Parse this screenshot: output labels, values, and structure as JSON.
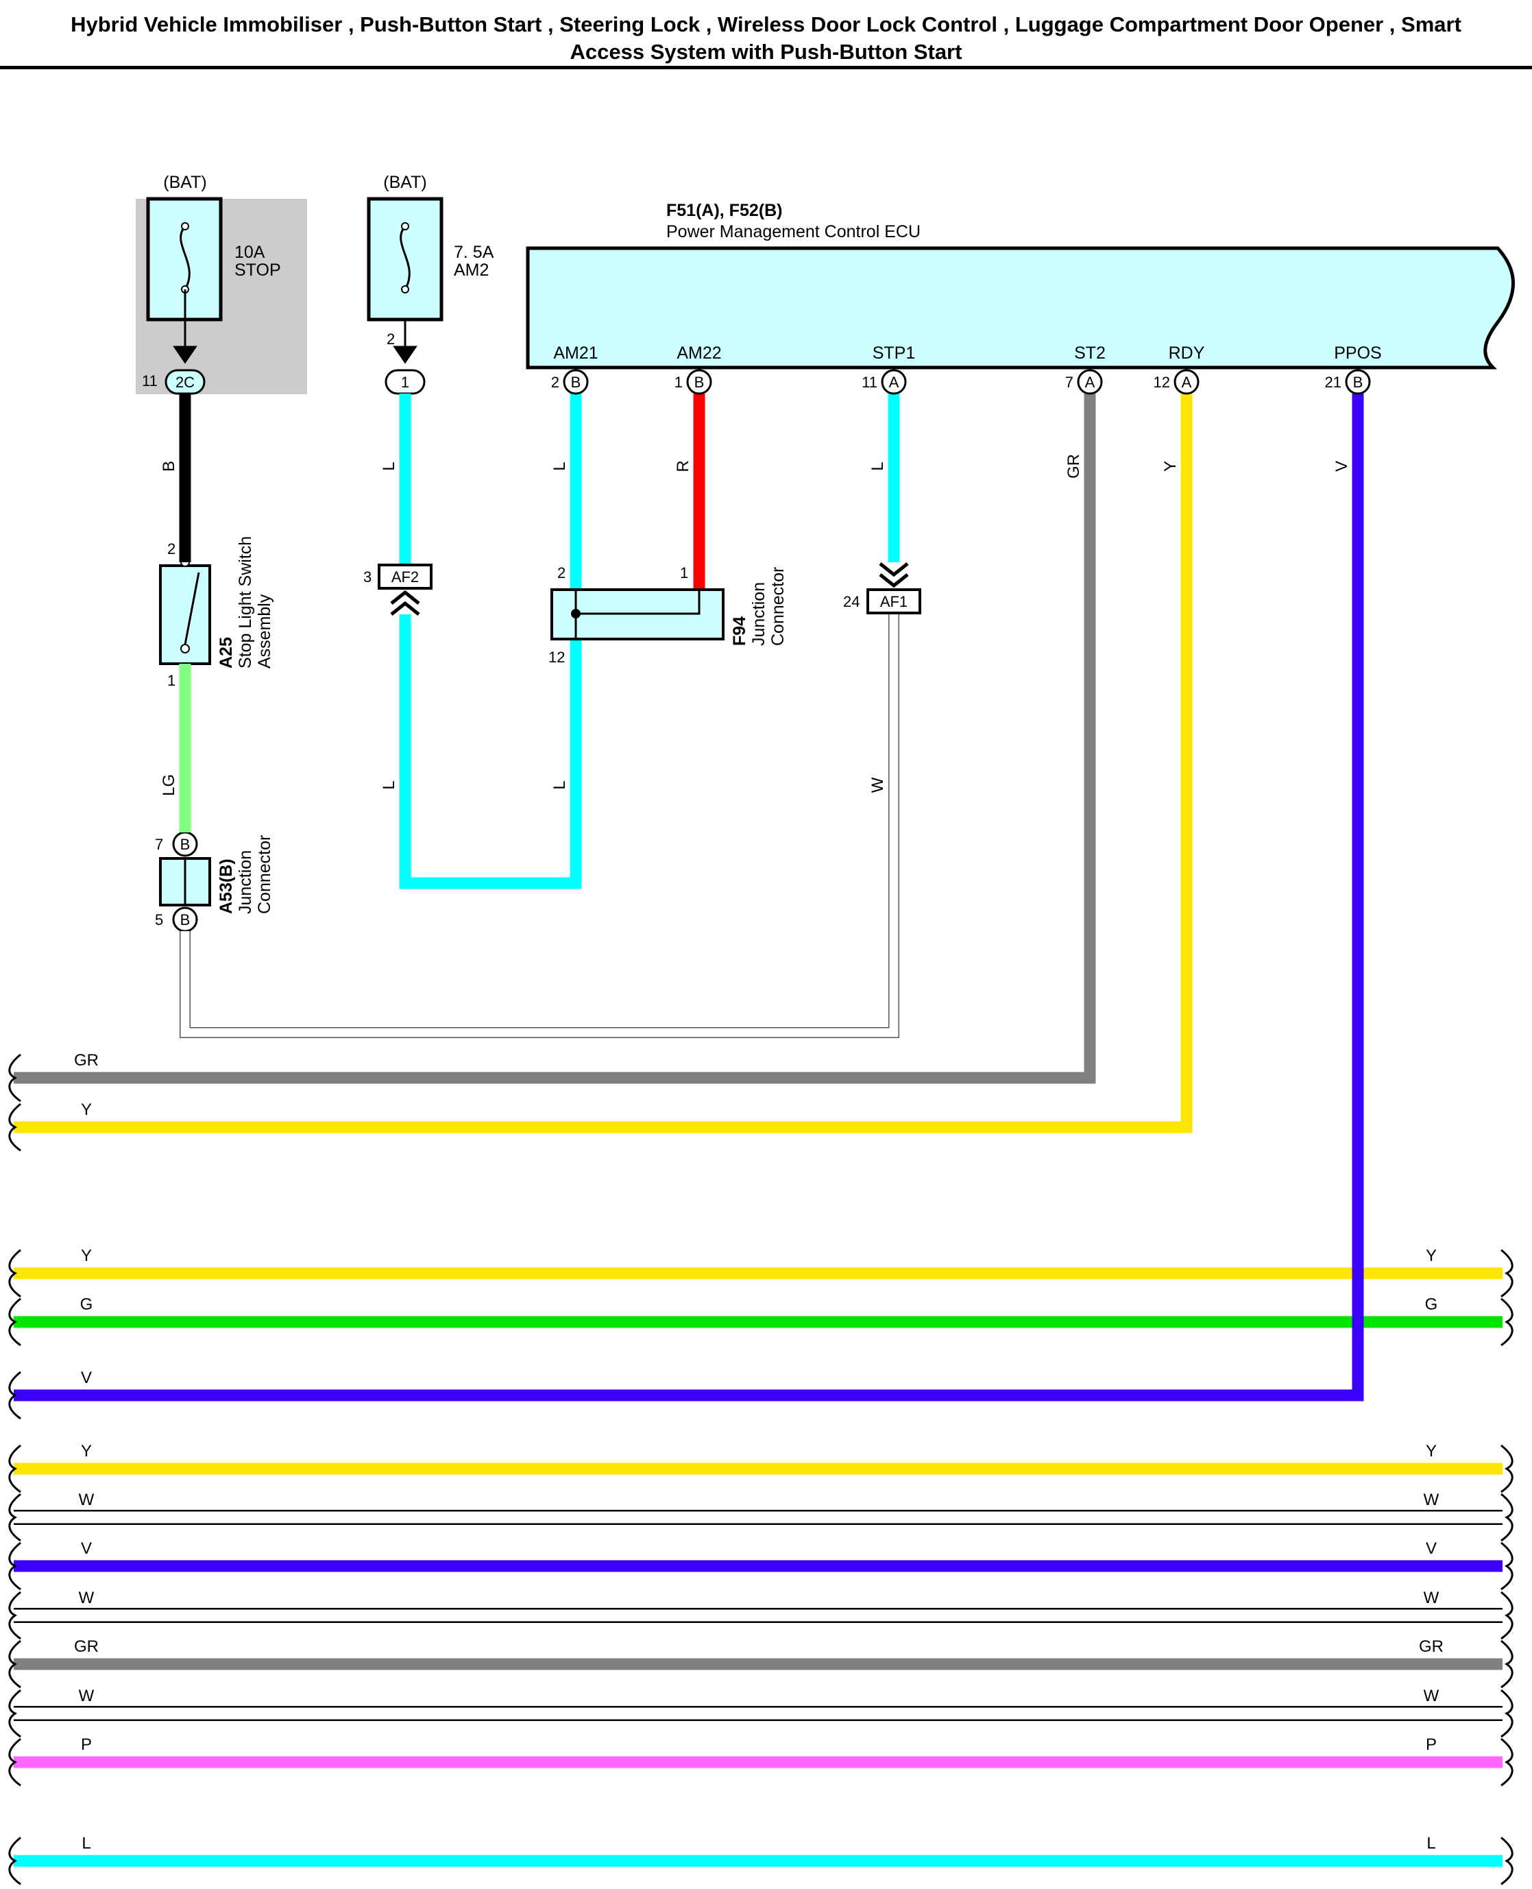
{
  "title": {
    "line1": "Hybrid Vehicle Immobiliser , Push-Button Start , Steering Lock , Wireless Door Lock Control , Luggage Compartment Door Opener , Smart",
    "line2": "Access System with Push-Button Start"
  },
  "fuses": {
    "stop": {
      "source": "(BAT)",
      "rating": "10A",
      "name": "STOP",
      "pin": "11",
      "connector": "2C"
    },
    "am2": {
      "source": "(BAT)",
      "rating": "7. 5A",
      "name": "AM2",
      "pin_top": "2",
      "connector": "1"
    }
  },
  "ecu": {
    "code": "F51(A), F52(B)",
    "name": "Power Management Control ECU",
    "terminals": [
      {
        "name": "AM21",
        "pin": "2",
        "conn": "B"
      },
      {
        "name": "AM22",
        "pin": "1",
        "conn": "B"
      },
      {
        "name": "STP1",
        "pin": "11",
        "conn": "A"
      },
      {
        "name": "ST2",
        "pin": "7",
        "conn": "A"
      },
      {
        "name": "RDY",
        "pin": "12",
        "conn": "A"
      },
      {
        "name": "PPOS",
        "pin": "21",
        "conn": "B"
      }
    ]
  },
  "stop_light_switch": {
    "code": "A25",
    "name_line1": "Stop Light Switch",
    "name_line2": "Assembly",
    "pin_top": "2",
    "pin_bottom": "1"
  },
  "junction_a53": {
    "code": "A53(B)",
    "name_line1": "Junction",
    "name_line2": "Connector",
    "pin_top": "7",
    "pin_bottom": "5",
    "conn": "B"
  },
  "junction_f94": {
    "code": "F94",
    "name_line1": "Junction",
    "name_line2": "Connector",
    "pin_a": "2",
    "pin_b": "1",
    "pin_c": "12"
  },
  "inline_af2": {
    "code": "AF2",
    "pin": "3"
  },
  "inline_af1": {
    "code": "AF1",
    "pin": "24"
  },
  "wire_codes": {
    "stop_upper": "B",
    "stop_lower": "LG",
    "am2_upper": "L",
    "am2_lower": "L",
    "am21_upper": "L",
    "am21_lower": "L",
    "am22": "R",
    "stp1_upper": "L",
    "stp1_lower": "W",
    "st2": "GR",
    "rdy": "Y",
    "ppos": "V"
  },
  "bus_left_labels": [
    "GR",
    "Y",
    "Y",
    "G",
    "V",
    "Y",
    "W",
    "V",
    "W",
    "GR",
    "W",
    "P",
    "L"
  ],
  "bus_right_labels": [
    "Y",
    "G",
    "Y",
    "W",
    "V",
    "W",
    "GR",
    "W",
    "P",
    "L"
  ],
  "colors": {
    "L": "#00ffff",
    "R": "#ff0000",
    "B": "#000000",
    "LG": "#80ff80",
    "GR": "#808080",
    "Y": "#ffe600",
    "V": "#3c00ff",
    "G": "#00e600",
    "P": "#ff66ff",
    "W": "#ffffff",
    "component": "#ccffff",
    "shade": "#cccccc"
  }
}
